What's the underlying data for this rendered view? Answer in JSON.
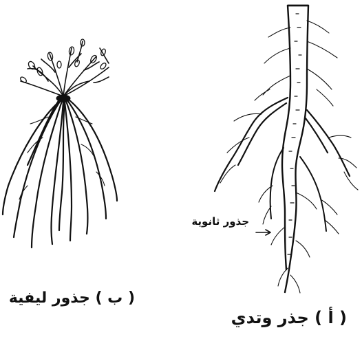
{
  "figure": {
    "caption_fibrous": "( ب ) جذور ليفية",
    "caption_taproot": "( أ ) جذر وتدي",
    "label_secondary_roots": "جذور ثانوية"
  },
  "colors": {
    "ink": "#111111",
    "background": "#ffffff"
  }
}
